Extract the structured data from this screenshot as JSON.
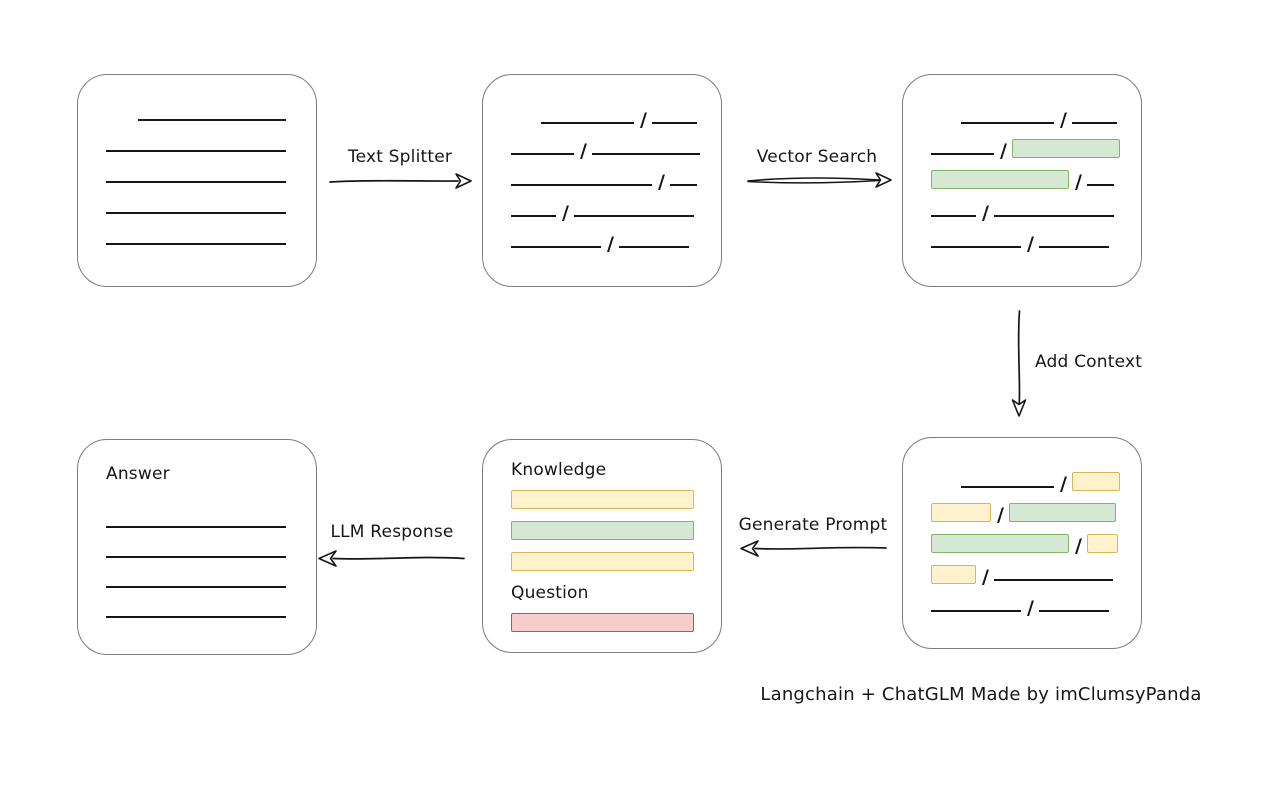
{
  "caption": "Langchain + ChatGLM Made by imClumsyPanda",
  "slash_char": "/",
  "colors": {
    "green_fill": "#d5e8d4",
    "green_border": "#82b366",
    "yellow_fill": "#fff2cc",
    "yellow_border": "#d6b656",
    "red_fill": "#f8cecc",
    "red_border": "#b85450",
    "box_border": "#7d7d7d",
    "ink": "#161616"
  },
  "arrows": {
    "text_splitter": {
      "label": "Text Splitter",
      "direction": "right"
    },
    "vector_search": {
      "label": "Vector Search",
      "direction": "right"
    },
    "add_context": {
      "label": "Add Context",
      "direction": "down"
    },
    "generate_prompt": {
      "label": "Generate Prompt",
      "direction": "left"
    },
    "llm_response": {
      "label": "LLM Response",
      "direction": "left"
    }
  },
  "boxes": {
    "document": {
      "rows": [
        {
          "indent": 32,
          "segments": [
            {
              "t": "line",
              "w": 148
            }
          ]
        },
        {
          "indent": 0,
          "segments": [
            {
              "t": "line",
              "w": 180
            }
          ]
        },
        {
          "indent": 0,
          "segments": [
            {
              "t": "line",
              "w": 180
            }
          ]
        },
        {
          "indent": 0,
          "segments": [
            {
              "t": "line",
              "w": 180
            }
          ]
        },
        {
          "indent": 0,
          "segments": [
            {
              "t": "line",
              "w": 180
            }
          ]
        }
      ]
    },
    "split_text": {
      "rows": [
        {
          "indent": 30,
          "segments": [
            {
              "t": "line",
              "w": 93
            },
            {
              "t": "slash"
            },
            {
              "t": "line",
              "w": 45
            }
          ]
        },
        {
          "indent": 0,
          "segments": [
            {
              "t": "line",
              "w": 63
            },
            {
              "t": "slash"
            },
            {
              "t": "line",
              "w": 108
            }
          ]
        },
        {
          "indent": 0,
          "segments": [
            {
              "t": "line",
              "w": 141
            },
            {
              "t": "slash"
            },
            {
              "t": "line",
              "w": 27
            }
          ]
        },
        {
          "indent": 0,
          "segments": [
            {
              "t": "line",
              "w": 45
            },
            {
              "t": "slash"
            },
            {
              "t": "line",
              "w": 120
            }
          ]
        },
        {
          "indent": 0,
          "segments": [
            {
              "t": "line",
              "w": 90
            },
            {
              "t": "slash"
            },
            {
              "t": "line",
              "w": 70
            }
          ]
        }
      ]
    },
    "vector_result": {
      "rows": [
        {
          "indent": 30,
          "segments": [
            {
              "t": "line",
              "w": 93
            },
            {
              "t": "slash"
            },
            {
              "t": "line",
              "w": 45
            }
          ]
        },
        {
          "indent": 0,
          "segments": [
            {
              "t": "line",
              "w": 63
            },
            {
              "t": "slash"
            },
            {
              "t": "green",
              "w": 108
            }
          ]
        },
        {
          "indent": 0,
          "segments": [
            {
              "t": "green",
              "w": 138
            },
            {
              "t": "slash"
            },
            {
              "t": "line",
              "w": 27
            }
          ]
        },
        {
          "indent": 0,
          "segments": [
            {
              "t": "line",
              "w": 45
            },
            {
              "t": "slash"
            },
            {
              "t": "line",
              "w": 120
            }
          ]
        },
        {
          "indent": 0,
          "segments": [
            {
              "t": "line",
              "w": 90
            },
            {
              "t": "slash"
            },
            {
              "t": "line",
              "w": 70
            }
          ]
        }
      ]
    },
    "context_result": {
      "rows": [
        {
          "indent": 30,
          "segments": [
            {
              "t": "line",
              "w": 93
            },
            {
              "t": "slash"
            },
            {
              "t": "yellow",
              "w": 48
            }
          ]
        },
        {
          "indent": 0,
          "segments": [
            {
              "t": "yellow",
              "w": 60
            },
            {
              "t": "slash"
            },
            {
              "t": "green",
              "w": 107
            }
          ]
        },
        {
          "indent": 0,
          "segments": [
            {
              "t": "green",
              "w": 138
            },
            {
              "t": "slash"
            },
            {
              "t": "yellow",
              "w": 31
            }
          ]
        },
        {
          "indent": 0,
          "segments": [
            {
              "t": "yellow",
              "w": 45
            },
            {
              "t": "slash"
            },
            {
              "t": "line",
              "w": 119
            }
          ]
        },
        {
          "indent": 0,
          "segments": [
            {
              "t": "line",
              "w": 90
            },
            {
              "t": "slash"
            },
            {
              "t": "line",
              "w": 70
            }
          ]
        }
      ]
    },
    "prompt": {
      "knowledge_label": "Knowledge",
      "question_label": "Question",
      "knowledge_bars": [
        {
          "t": "yellow",
          "w": 183
        },
        {
          "t": "green",
          "w": 183
        },
        {
          "t": "yellow",
          "w": 183
        }
      ],
      "question_bars": [
        {
          "t": "red",
          "w": 183
        }
      ]
    },
    "answer": {
      "label": "Answer",
      "rows": [
        {
          "indent": 0,
          "segments": [
            {
              "t": "line",
              "w": 180
            }
          ]
        },
        {
          "indent": 0,
          "segments": [
            {
              "t": "line",
              "w": 180
            }
          ]
        },
        {
          "indent": 0,
          "segments": [
            {
              "t": "line",
              "w": 180
            }
          ]
        },
        {
          "indent": 0,
          "segments": [
            {
              "t": "line",
              "w": 180
            }
          ]
        }
      ]
    }
  }
}
